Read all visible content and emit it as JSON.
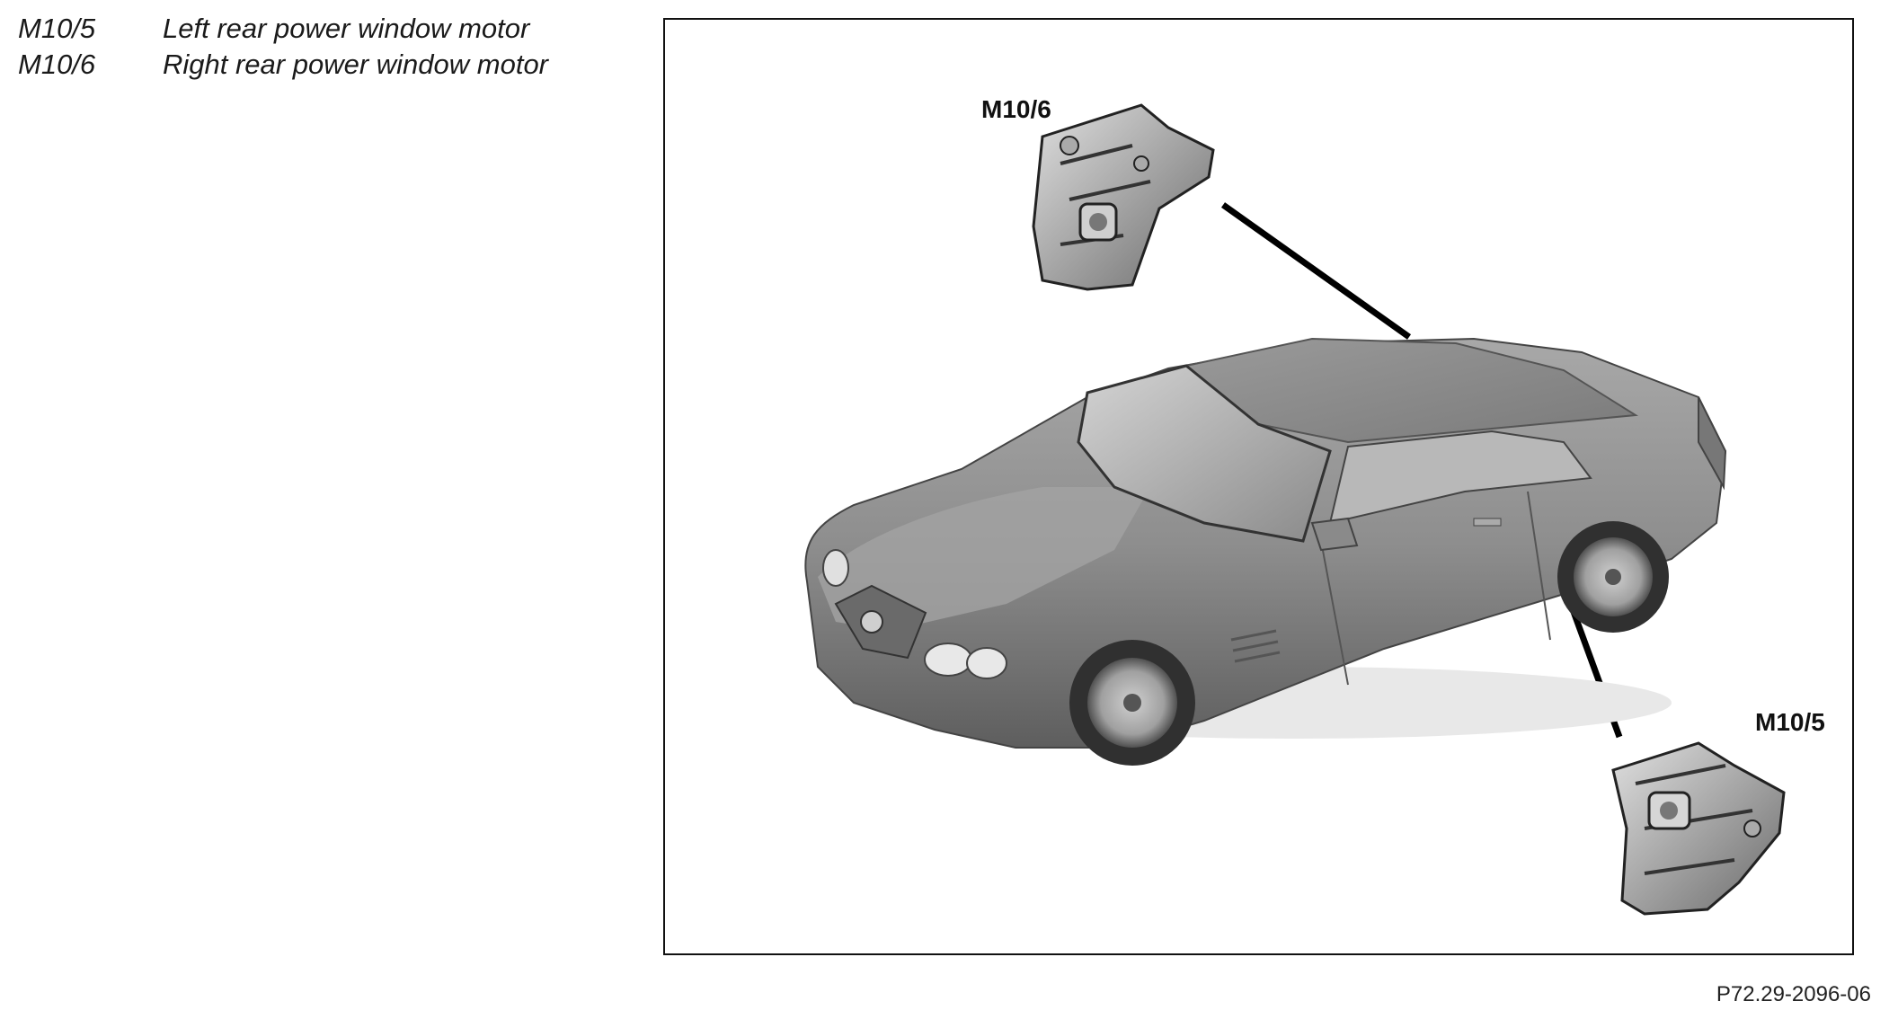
{
  "legend": [
    {
      "code": "M10/5",
      "description": "Left rear power window motor"
    },
    {
      "code": "M10/6",
      "description": "Right rear power window motor"
    }
  ],
  "diagram": {
    "callouts": {
      "right_motor": "M10/6",
      "left_motor": "M10/5"
    }
  },
  "reference_code": "P72.29-2096-06"
}
